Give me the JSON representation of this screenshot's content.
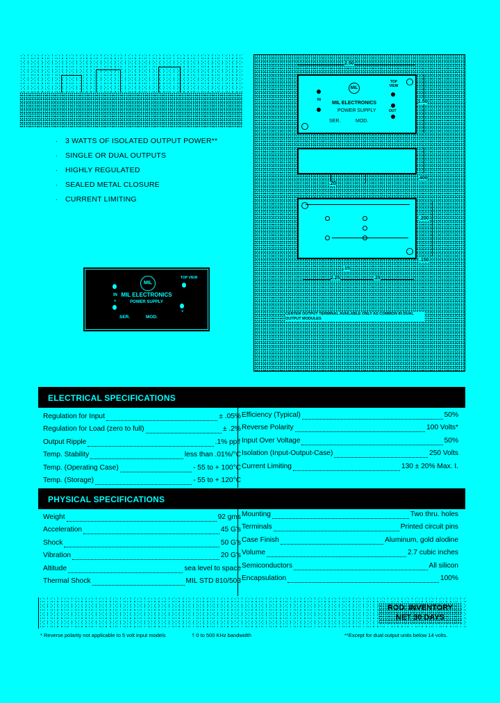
{
  "features": [
    "3 WATTS OF ISOLATED OUTPUT POWER**",
    "SINGLE OR DUAL OUTPUTS",
    "HIGHLY REGULATED",
    "SEALED METAL CLOSURE",
    "CURRENT LIMITING"
  ],
  "product_photo": {
    "logo": "MIL",
    "brand": "MIL ELECTRONICS",
    "product": "POWER SUPPLY",
    "top_view": "TOP VIEW",
    "in_label": "IN",
    "ser_label": "SER.",
    "mod_label": "MOD.",
    "plus": "+"
  },
  "diagram": {
    "top_view": {
      "logo": "MIL",
      "brand": "MIL ELECTRONICS",
      "product": "POWER SUPPLY",
      "top_view": "TOP VIEW",
      "in_label": "IN",
      "out_label": "OUT",
      "ser_label": "SER.",
      "mod_label": "MOD."
    },
    "dimensions": {
      "top_width": "2.50",
      "top_height": "1.50",
      "side_height": ".400",
      "pin_length": ".20",
      "bottom_width": "2.25",
      "bottom_pin_spacing_1": ".15",
      "bottom_pin_spacing_2": ".25",
      "right_spacing": ".200",
      "right_offset": ".150"
    },
    "note": "CENTER OUTPUT TERMINAL AVAILABLE ONLY AS COMMON IN DUAL OUTPUT MODULES"
  },
  "electrical": {
    "title": "ELECTRICAL SPECIFICATIONS",
    "left": [
      {
        "label": "Regulation for Input",
        "value": "± .05%"
      },
      {
        "label": "Regulation for Load (zero to full)",
        "value": "± .2%"
      },
      {
        "label": "Output Ripple",
        "value": ".1% pp†"
      },
      {
        "label": "Temp. Stability",
        "value": "less than .01%/°C"
      },
      {
        "label": "Temp. (Operating Case)",
        "value": "- 55 to + 100°C"
      },
      {
        "label": "Temp. (Storage)",
        "value": "- 55 to + 120°C"
      }
    ],
    "right": [
      {
        "label": "Efficiency (Typical)",
        "value": "50%"
      },
      {
        "label": "Reverse Polarity",
        "value": "100 Volts*"
      },
      {
        "label": "Input Over Voltage",
        "value": "50%"
      },
      {
        "label": "Isolation (Input-Output-Case)",
        "value": "250 Volts"
      },
      {
        "label": "Current Limiting",
        "value": "130 ± 20% Max. I."
      }
    ]
  },
  "physical": {
    "title": "PHYSICAL SPECIFICATIONS",
    "left": [
      {
        "label": "Weight",
        "value": "92 gms"
      },
      {
        "label": "Acceleration",
        "value": "45 G's"
      },
      {
        "label": "Shock",
        "value": "50 G's"
      },
      {
        "label": "Vibration",
        "value": "20 G's"
      },
      {
        "label": "Altitude",
        "value": "sea level to space"
      },
      {
        "label": "Thermal Shock",
        "value": "MIL STD 810/503"
      }
    ],
    "right": [
      {
        "label": "Mounting",
        "value": "Two thru. holes"
      },
      {
        "label": "Terminals",
        "value": "Printed circuit pins"
      },
      {
        "label": "Case Finish",
        "value": "Aluminum, gold alodine"
      },
      {
        "label": "Volume",
        "value": "2.7 cubic inches"
      },
      {
        "label": "Semiconductors",
        "value": "All silicon"
      },
      {
        "label": "Encapsulation",
        "value": "100%"
      }
    ]
  },
  "banner": {
    "stamp_line1": "ROD. INVENTORY",
    "stamp_line2": "NET 30 DAYS"
  },
  "footnotes": {
    "star": "* Reverse polarity not applicable to 5 volt input models",
    "dagger": "† 0 to 500 KHz bandwidth",
    "double_star": "**Except for dual output units below 14 volts."
  },
  "colors": {
    "background": "#00ffff",
    "ink": "#000000"
  }
}
